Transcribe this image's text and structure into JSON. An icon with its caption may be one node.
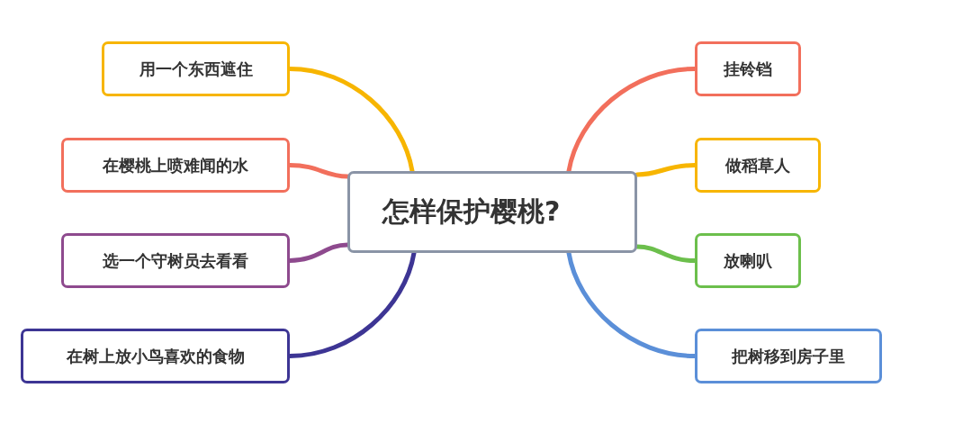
{
  "diagram": {
    "nodes": [
      {
        "text": [
          "怎样保护樱桃?"
        ]
      },
      {
        "text": [
          "用一个东西遮住"
        ]
      },
      {
        "text": [
          "在樱桃上喷难闻的水"
        ]
      },
      {
        "text": [
          "选一个守树员去看看"
        ]
      },
      {
        "text": [
          "在树上放小鸟喜欢的食物"
        ]
      },
      {
        "text": [
          "挂铃铛"
        ]
      },
      {
        "text": [
          "做稻草人"
        ]
      },
      {
        "text": [
          "放喇叭"
        ]
      },
      {
        "text": [
          "把树移到房子里"
        ]
      }
    ],
    "edges": [
      {
        "from": 0,
        "to": 1,
        "arrow": "none",
        "color": "#f7b500"
      },
      {
        "from": 0,
        "to": 2,
        "arrow": "none",
        "color": "#f26f5c"
      },
      {
        "from": 0,
        "to": 3,
        "arrow": "none",
        "color": "#8e4a8e"
      },
      {
        "from": 0,
        "to": 4,
        "arrow": "none",
        "color": "#3d3594"
      },
      {
        "from": 0,
        "to": 5,
        "arrow": "none",
        "color": "#f26f5c"
      },
      {
        "from": 0,
        "to": 6,
        "arrow": "none",
        "color": "#f7b500"
      },
      {
        "from": 0,
        "to": 7,
        "arrow": "none",
        "color": "#6cbf4c"
      },
      {
        "from": 0,
        "to": 8,
        "arrow": "none",
        "color": "#5b8fd8"
      }
    ]
  }
}
